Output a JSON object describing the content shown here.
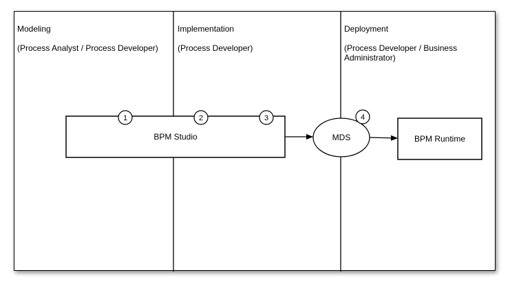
{
  "lanes": [
    {
      "title": "Modeling",
      "subtitle": "(Process Analyst / Process Developer)"
    },
    {
      "title": "Implementation",
      "subtitle": "(Process Developer)"
    },
    {
      "title": "Deployment",
      "subtitle": "(Process Developer / Business\nAdministrator)"
    }
  ],
  "nodes": {
    "studio": {
      "label": "BPM Studio"
    },
    "mds": {
      "label": "MDS"
    },
    "runtime": {
      "label": "BPM Runtime"
    }
  },
  "steps": [
    "1",
    "2",
    "3",
    "4"
  ],
  "edges": [
    {
      "from": "BPM Studio",
      "to": "MDS"
    },
    {
      "from": "MDS",
      "to": "BPM Runtime"
    }
  ]
}
